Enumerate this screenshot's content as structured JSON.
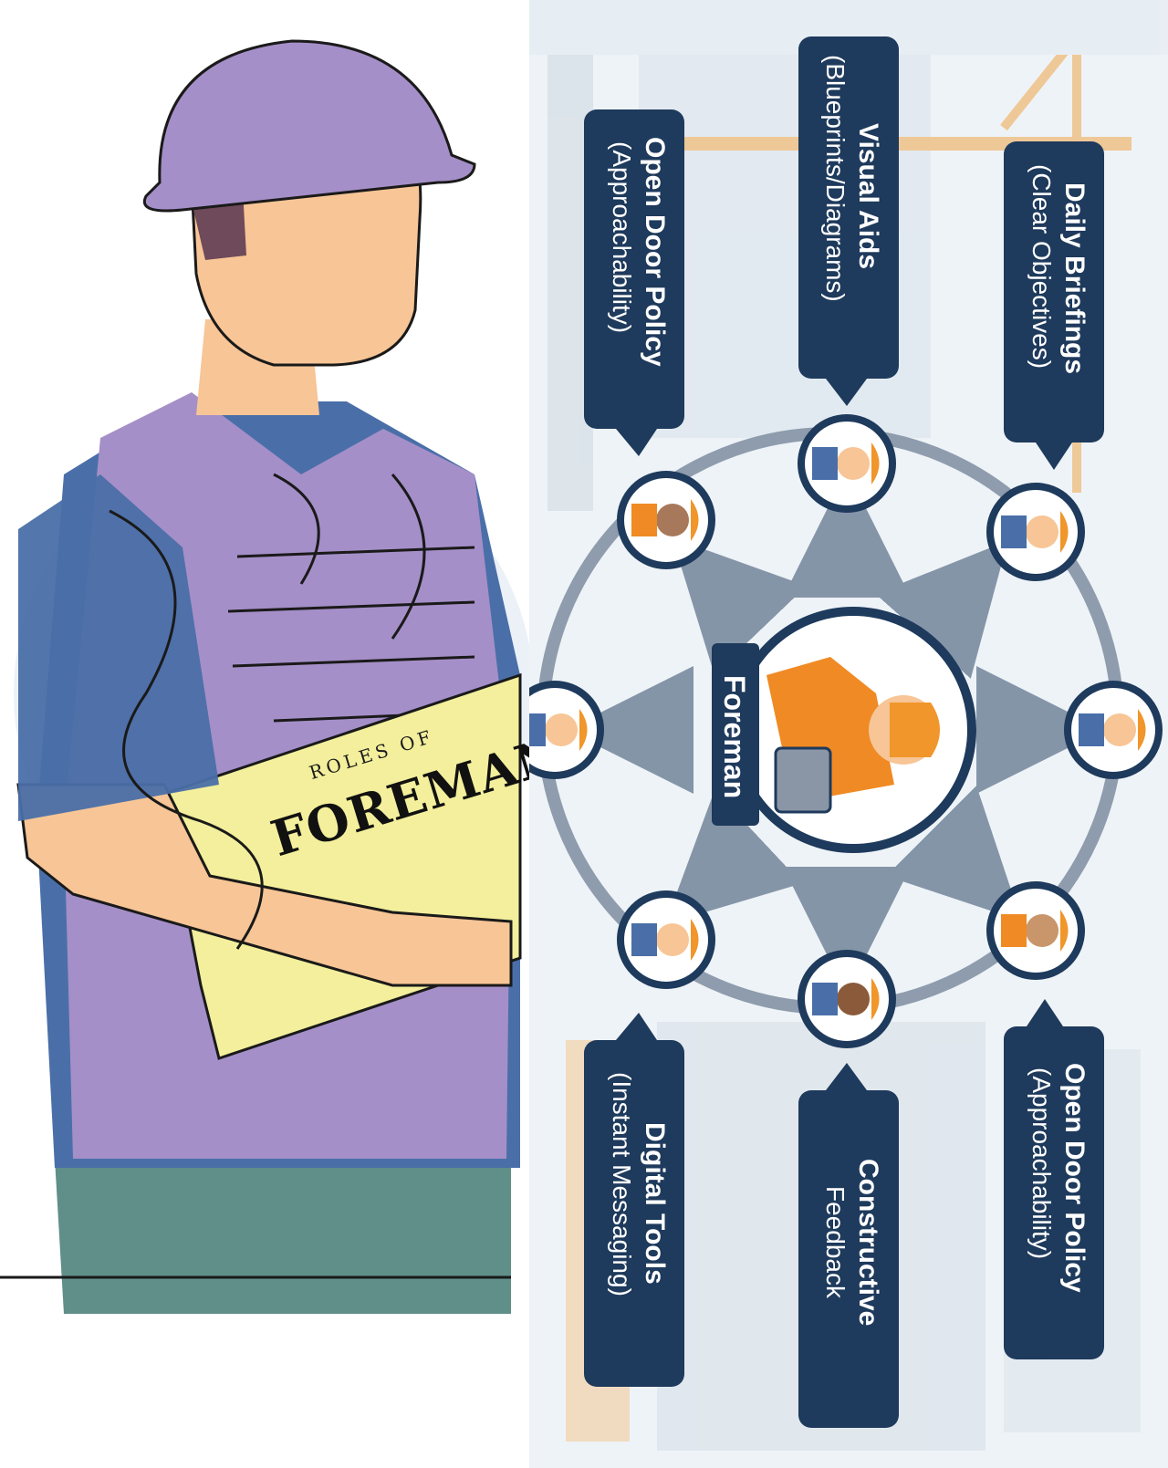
{
  "left": {
    "roles_of": "ROLES OF",
    "foreman": "FOREMAN"
  },
  "diagram": {
    "center_label": "Foreman",
    "boxes": [
      {
        "title": "Daily Briefings",
        "subtitle": "(Clear Objectives)"
      },
      {
        "title": "Visual Aids",
        "subtitle": "(Blueprints/Diagrams)"
      },
      {
        "title": "Open Door Policy",
        "subtitle": "(Approachability)"
      },
      {
        "title": "Open Door Policy",
        "subtitle": "(Approachability)"
      },
      {
        "title": "Constructive",
        "subtitle": "Feedback"
      },
      {
        "title": "Digital Tools",
        "subtitle": "(Instant Messaging)"
      }
    ]
  },
  "colors": {
    "box_fill": "#1e3a5c",
    "hard_hat": "#f0962a",
    "ring": "#8e9cad",
    "arrow": "#8595a8",
    "purple_vest": "#a58fc8",
    "blue_shirt": "#4a6fa8"
  }
}
